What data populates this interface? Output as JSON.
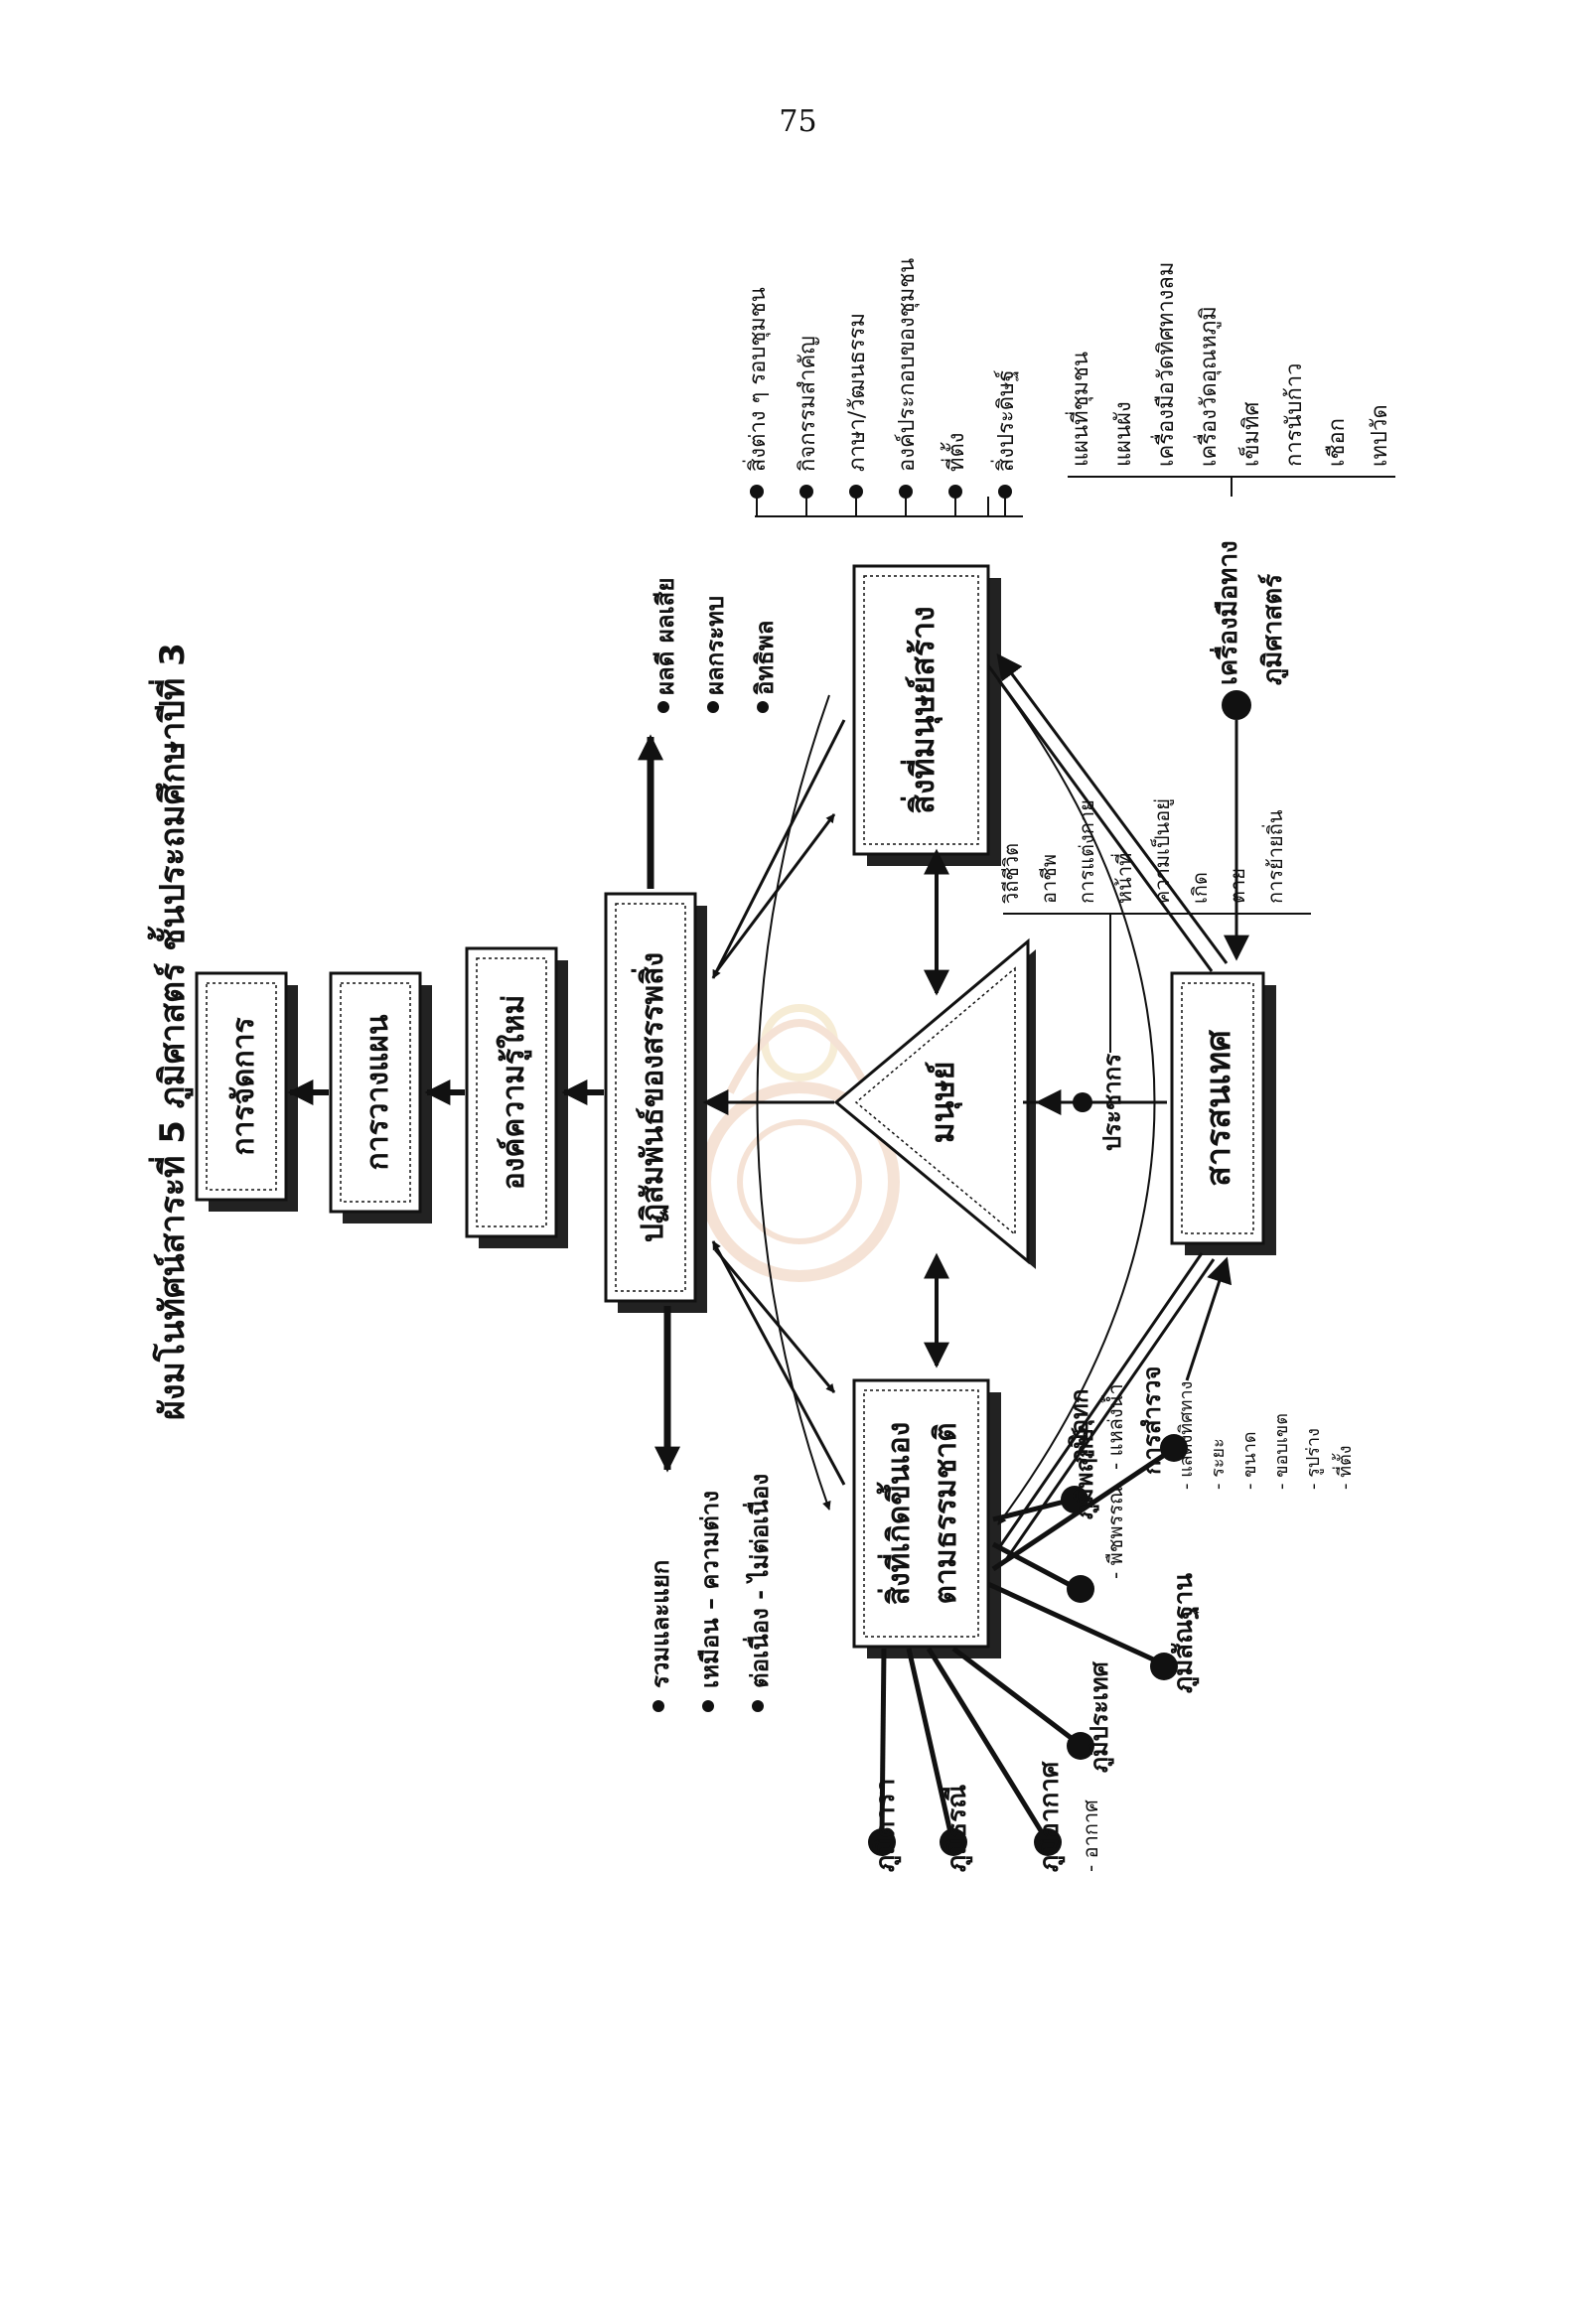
{
  "page_number": "75",
  "title": "ผังมโนทัศน์สาระที่ 5 ภูมิศาสตร์ ชั้นประถมศึกษาปีที่ 3",
  "chain": {
    "management": "การจัดการ",
    "planning": "การวางแผน",
    "new_knowledge": "องค์ความรู้ใหม่",
    "interaction": "ปฏิสัมพันธ์ของสรรพสิ่ง"
  },
  "human": "มนุษย์",
  "population": "ประชากร",
  "natural_things": [
    "สิ่งที่เกิดขึ้นเอง",
    "ตามธรรมชาติ"
  ],
  "man_made": "สิ่งที่มนุษย์สร้าง",
  "information": "สารสนเทศ",
  "geo_tools": [
    "เครื่องมือทาง",
    "ภูมิศาสตร์"
  ],
  "effects": [
    "ผลดี ผลเสีย",
    "ผลกระทบ",
    "อิทธิพล"
  ],
  "comparisons": [
    "รวมและแยก",
    "เหมือน – ความต่าง",
    "ต่อเนื่อง - ไม่ต่อเนื่อง"
  ],
  "man_made_items": [
    "สิ่งต่าง ๆ รอบชุมชน",
    "กิจกรรมสำคัญ",
    "ภาษา/วัฒนธรรม",
    "องค์ประกอบของชุมชน",
    "ที่ตั้ง",
    "สิ่งประดิษฐ์"
  ],
  "tool_items": [
    "แผนที่ชุมชน",
    "แผนผัง",
    "เครื่องมือวัดทิศทางลม",
    "เครื่องวัดอุณหภูมิ",
    "เข็มทิศ",
    "การนับก้าว",
    "เชือก",
    "เทปวัด"
  ],
  "population_items": [
    "วิถีชีวิต",
    "อาชีพ",
    "การแต่งกาย",
    "หน้าที่",
    "ความเป็นอยู่",
    "เกิด",
    "ตาย",
    "การย้ายถิ่น"
  ],
  "landforms": [
    "ภูมิสัณฐาน",
    "ภูมิประเทศ",
    "ภูมิอากาศ",
    "ภูมิธรณี",
    "ภูมิดารา"
  ],
  "climate_item": "- อากาศ",
  "plants": "ภูมิพฤกษ์",
  "plants_item": "- พืชพรรณ",
  "water": "ภูมิอุทก",
  "water_item": "- แหล่งน้ำ",
  "survey": "การสำรวจ",
  "survey_items": [
    "- แสดงทิศทาง",
    "- ระยะ",
    "- ขนาด",
    "- ขอบเขต",
    "- รูปร่าง",
    "- ที่ตั้ง"
  ]
}
